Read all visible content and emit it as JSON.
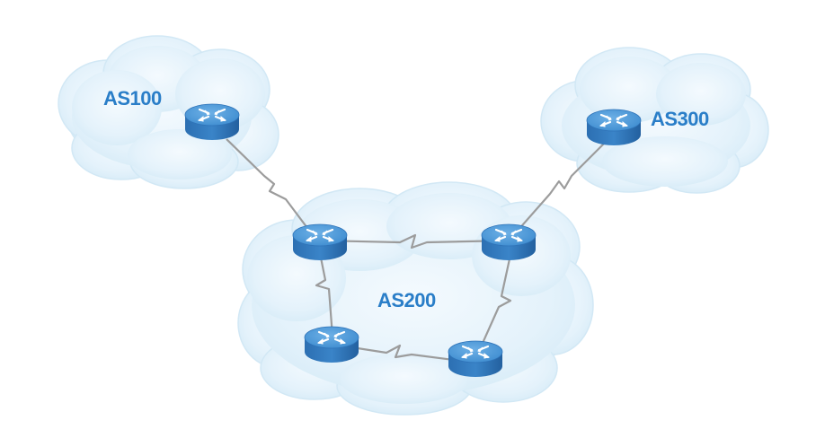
{
  "diagram": {
    "autonomous_systems": [
      {
        "id": "as100",
        "label": "AS100"
      },
      {
        "id": "as200",
        "label": "AS200"
      },
      {
        "id": "as300",
        "label": "AS300"
      }
    ],
    "routers": [
      {
        "id": "r-as100",
        "as": "AS100"
      },
      {
        "id": "r-as300",
        "as": "AS300"
      },
      {
        "id": "r-as200-top-left",
        "as": "AS200"
      },
      {
        "id": "r-as200-top-right",
        "as": "AS200"
      },
      {
        "id": "r-as200-bottom-left",
        "as": "AS200"
      },
      {
        "id": "r-as200-bottom-right",
        "as": "AS200"
      }
    ],
    "links": [
      {
        "from": "r-as100",
        "to": "r-as200-top-left",
        "type": "serial"
      },
      {
        "from": "r-as300",
        "to": "r-as200-top-right",
        "type": "serial"
      },
      {
        "from": "r-as200-top-left",
        "to": "r-as200-top-right",
        "type": "serial"
      },
      {
        "from": "r-as200-top-left",
        "to": "r-as200-bottom-left",
        "type": "serial"
      },
      {
        "from": "r-as200-bottom-left",
        "to": "r-as200-bottom-right",
        "type": "serial"
      },
      {
        "from": "r-as200-top-right",
        "to": "r-as200-bottom-right",
        "type": "serial"
      }
    ],
    "colors": {
      "cloud_fill": "#e6f3fb",
      "cloud_edge": "#cfe6f4",
      "router_top": "#4f9ad8",
      "router_side": "#2f73b8",
      "label": "#2a7ec8",
      "link": "#9a9a9a"
    },
    "icon": "router-icon"
  }
}
